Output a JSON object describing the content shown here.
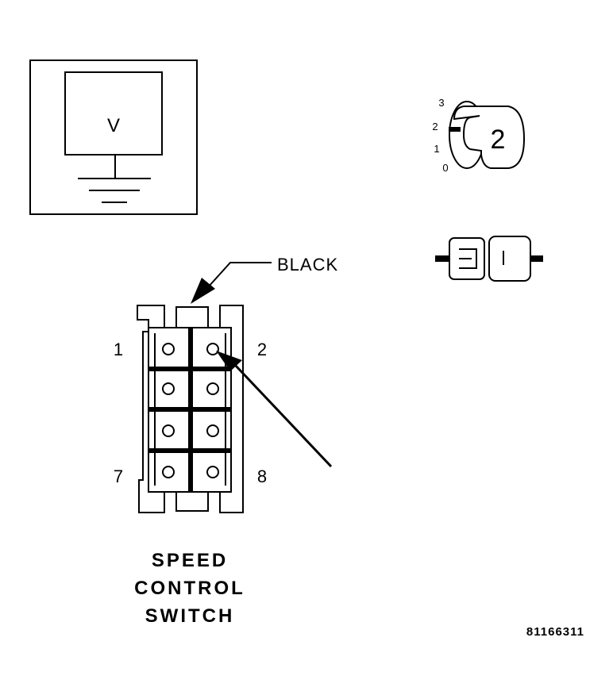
{
  "voltmeter": {
    "symbol": "V"
  },
  "selector": {
    "positions": [
      "3",
      "2",
      "1",
      "0"
    ],
    "selected_position": "2"
  },
  "connector": {
    "color_label": "BLACK",
    "pin_labels": {
      "top_left": "1",
      "top_right": "2",
      "bottom_left": "7",
      "bottom_right": "8"
    },
    "caption_lines": [
      "SPEED",
      "CONTROL",
      "SWITCH"
    ]
  },
  "figure_id": "81166311"
}
